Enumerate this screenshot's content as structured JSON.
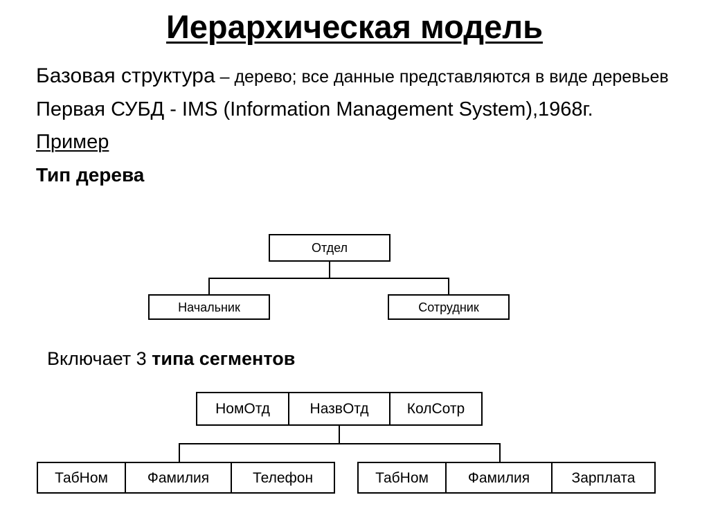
{
  "slide": {
    "title": "Иерархическая модель",
    "paragraphs": {
      "base_structure_bold": "Базовая структура",
      "base_structure_rest": " – дерево; все данные представляются в виде деревьев",
      "first_dbms": "Первая СУБД - IMS (Information Management System),1968г.",
      "example_label": "Пример",
      "tree_type_label": "Тип дерева",
      "segments_caption_prefix": "Включает 3 ",
      "segments_caption_bold": "типа сегментов"
    }
  },
  "tree_diagram": {
    "root": "Отдел",
    "children": [
      "Начальник",
      "Сотрудник"
    ]
  },
  "segment_diagram": {
    "parent_segment": {
      "fields": [
        "НомОтд",
        "НазвОтд",
        "КолСотр"
      ]
    },
    "child_segments": [
      {
        "fields": [
          "ТабНом",
          "Фамилия",
          "Телефон"
        ]
      },
      {
        "fields": [
          "ТабНом",
          "Фамилия",
          "Зарплата"
        ]
      }
    ]
  },
  "colors": {
    "background": "#ffffff",
    "foreground": "#000000",
    "box_border": "#000000"
  }
}
